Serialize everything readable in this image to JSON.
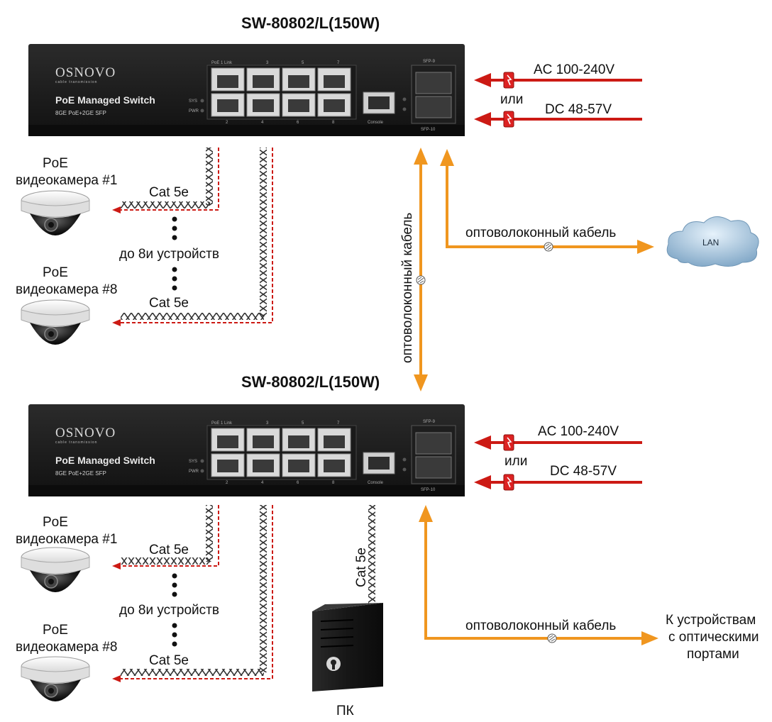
{
  "colors": {
    "fiber": "#f0961f",
    "power": "#cc1a14",
    "switch_body": "#1b1b1b",
    "cable": "#3a3a3a"
  },
  "switch_top": {
    "title": "SW-80802/L(150W)",
    "brand": "OSNOVO",
    "brand_sub": "cable transmission",
    "name": "PoE Managed Switch",
    "desc": "8GE PoE+2GE SFP",
    "port_top_labels": [
      "PoE  1  Link",
      "3",
      "5",
      "7"
    ],
    "port_bottom_labels": [
      "2",
      "4",
      "6",
      "8"
    ],
    "sys_label": "SYS",
    "pwr_label": "PWR",
    "console_label": "Console",
    "sfp_top_label": "SFP-9",
    "sfp_bottom_label": "SFP-10",
    "power_ac": "AC 100-240V",
    "power_or": "или",
    "power_dc": "DC 48-57V"
  },
  "switch_bottom": {
    "title": "SW-80802/L(150W)",
    "brand": "OSNOVO",
    "brand_sub": "cable transmission",
    "name": "PoE Managed Switch",
    "desc": "8GE PoE+2GE SFP",
    "port_top_labels": [
      "PoE  1  Link",
      "3",
      "5",
      "7"
    ],
    "port_bottom_labels": [
      "2",
      "4",
      "6",
      "8"
    ],
    "sys_label": "SYS",
    "pwr_label": "PWR",
    "console_label": "Console",
    "sfp_top_label": "SFP-9",
    "sfp_bottom_label": "SFP-10",
    "power_ac": "AC 100-240V",
    "power_or": "или",
    "power_dc": "DC 48-57V"
  },
  "top_section": {
    "camera1_line1": "PoE",
    "camera1_line2": "видеокамера #1",
    "camera8_line1": "PoE",
    "camera8_line2": "видеокамера #8",
    "cable1": "Cat 5e",
    "cable8": "Cat 5e",
    "devices": "до 8и устройств",
    "fiber_vertical": "оптоволоконный кабель",
    "fiber_lan": "оптоволоконный кабель",
    "lan": "LAN"
  },
  "bottom_section": {
    "camera1_line1": "PoE",
    "camera1_line2": "видеокамера #1",
    "camera8_line1": "PoE",
    "camera8_line2": "видеокамера #8",
    "cable1": "Cat 5e",
    "cable8": "Cat 5e",
    "devices": "до 8и устройств",
    "pc_cable": "Cat 5e",
    "pc": "ПК",
    "fiber_devices": "оптоволоконный кабель",
    "dest_line1": "К устройствам",
    "dest_line2": "с оптическими",
    "dest_line3": "портами"
  }
}
